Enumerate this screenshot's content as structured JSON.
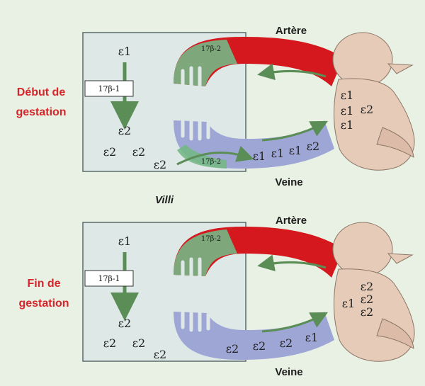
{
  "panels": [
    {
      "id": "debut",
      "stage_label_lines": [
        "Début de",
        "gestation"
      ],
      "artery_label": "Artère",
      "vein_label": "Veine",
      "tissue_enzyme": "17β-1",
      "artery_enzyme": "17β-2",
      "vein_enzyme": "17β-2",
      "tissue_top": "ε1",
      "tissue_mid": "ε2",
      "tissue_bottom": [
        "ε2",
        "ε2",
        "ε2"
      ],
      "vein_sequence": [
        "ε1",
        "ε1",
        "ε1",
        "ε2"
      ],
      "fetus_estrogens": [
        "ε1",
        "ε1",
        "ε1",
        "ε2"
      ]
    },
    {
      "id": "fin",
      "stage_label_lines": [
        "Fin de",
        "gestation"
      ],
      "artery_label": "Artère",
      "vein_label": "Veine",
      "tissue_enzyme": "17β-1",
      "artery_enzyme": "17β-2",
      "tissue_top": "ε1",
      "tissue_mid": "ε2",
      "tissue_bottom": [
        "ε2",
        "ε2",
        "ε2"
      ],
      "vein_sequence": [
        "ε2",
        "ε2",
        "ε2",
        "ε1"
      ],
      "fetus_estrogens": [
        "ε1",
        "ε2",
        "ε2",
        "ε2"
      ]
    }
  ],
  "middle_label": "Villi",
  "colors": {
    "background": "#e8f1e3",
    "tissue": "#dde8e7",
    "artery": "#d5181e",
    "vein": "#9ea6d6",
    "enzyme_zone": "#74b886",
    "arrow": "#5b8d56",
    "stage_label": "#d6252b",
    "fetus": "#e6cbb9"
  }
}
